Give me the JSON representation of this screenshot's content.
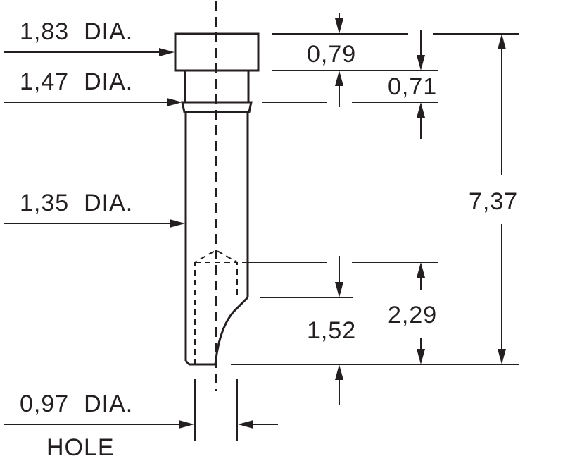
{
  "diagram": {
    "labels": {
      "head_dia": "1,83  DIA.",
      "neck_dia": "1,47  DIA.",
      "shank_dia": "1,35  DIA.",
      "hole_dia": "0,97  DIA.",
      "hole": "HOLE",
      "head_height": "0,79",
      "neck_height": "0,71",
      "overall_length": "7,37",
      "cut_depth": "1,52",
      "hole_depth": "2,29"
    },
    "colors": {
      "ink": "#231f20",
      "background": "#ffffff"
    }
  }
}
